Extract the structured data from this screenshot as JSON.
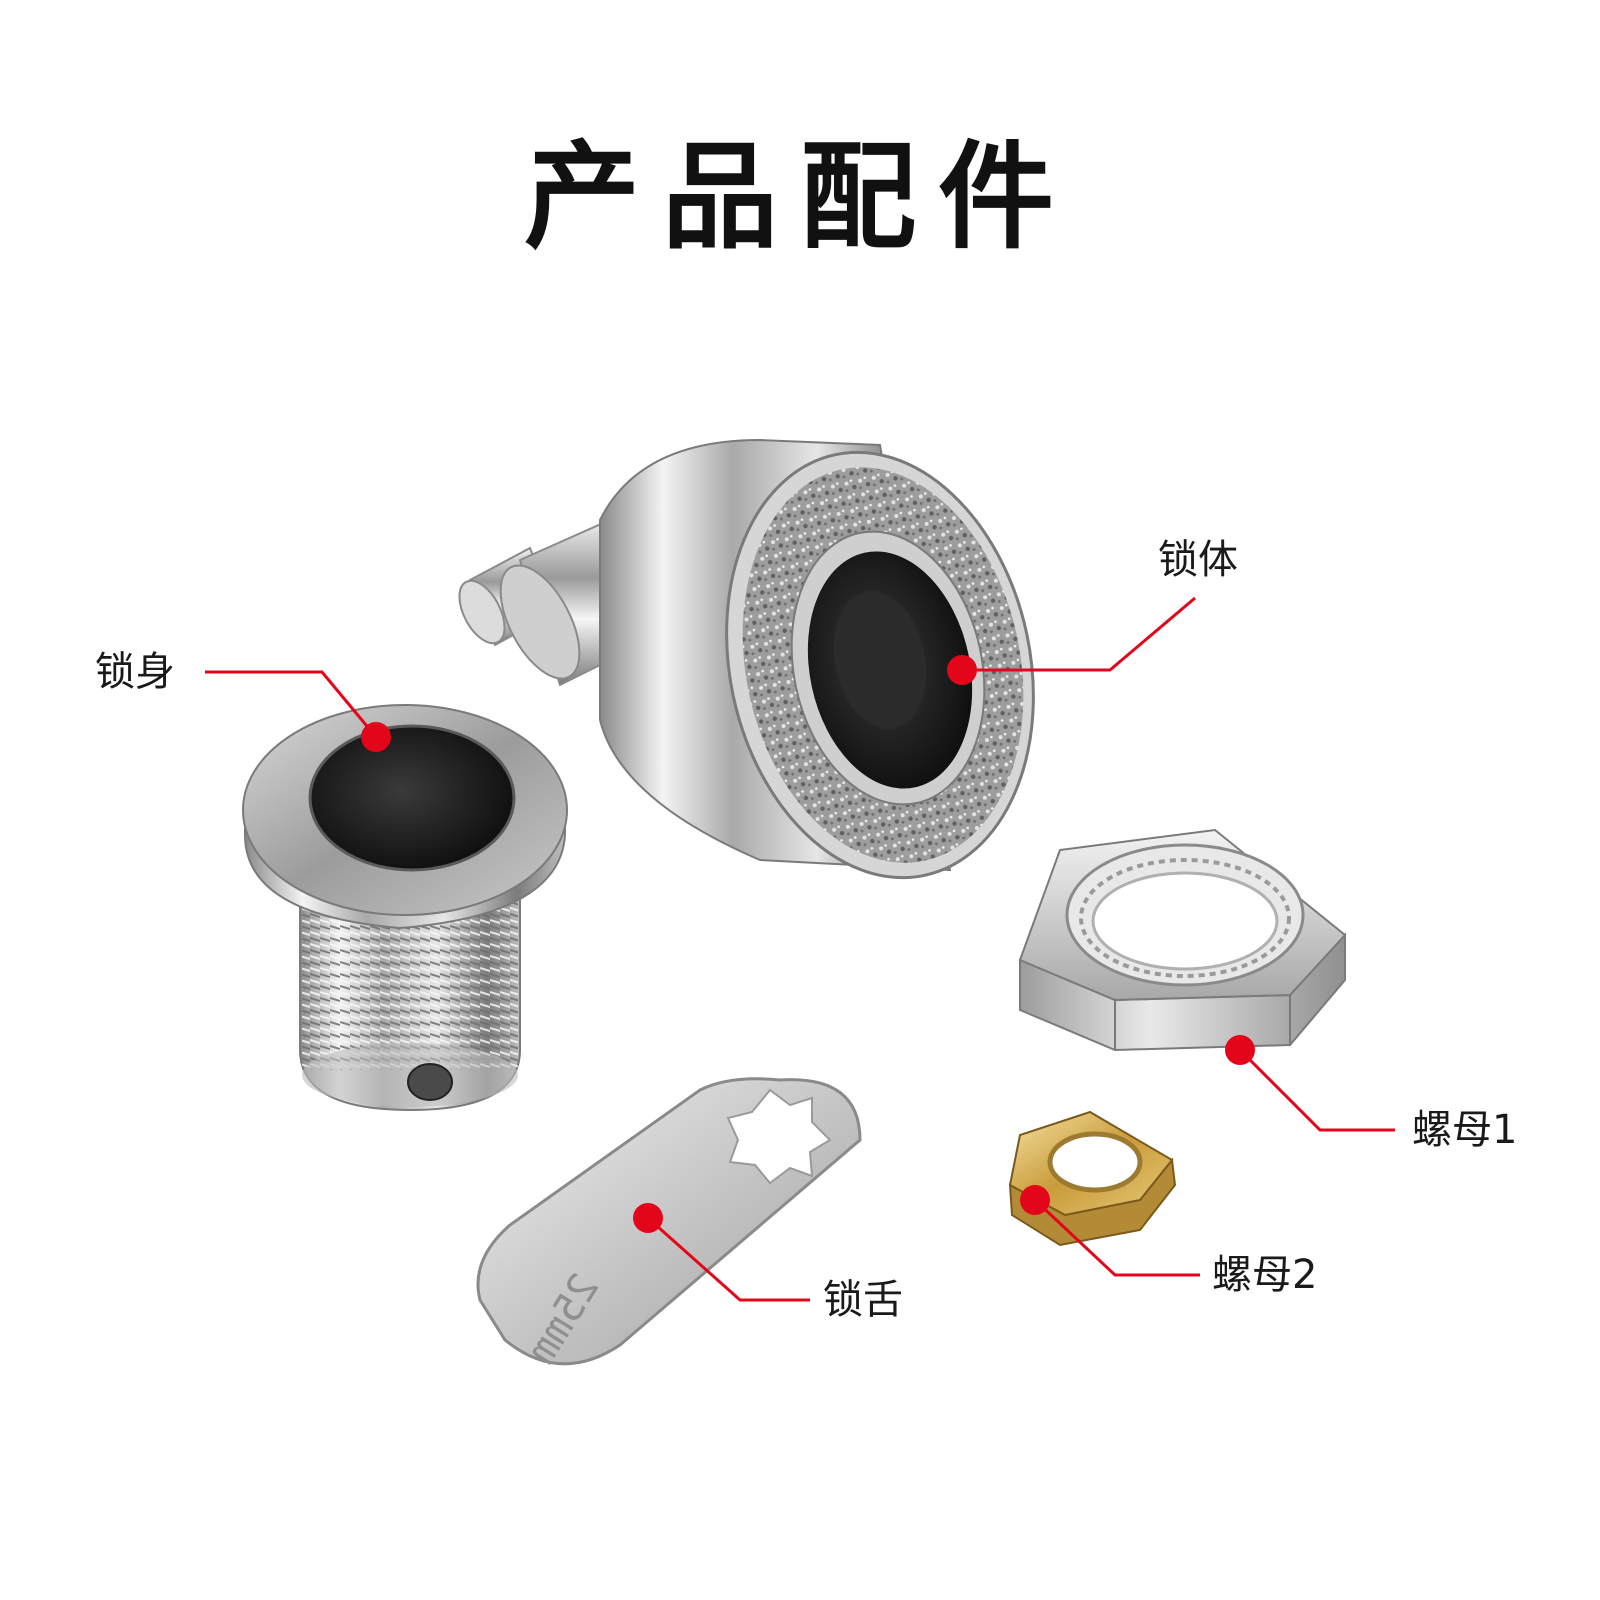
{
  "title": "产品配件",
  "parts": {
    "lock_core": "锁体",
    "lock_body": "锁身",
    "nut_1": "螺母1",
    "nut_2": "螺母2",
    "cam": "锁舌"
  },
  "cam_stamp": "25mm",
  "colors": {
    "accent": "#e3061a",
    "text": "#111111",
    "steel_light": "#f2f2f2",
    "steel_mid": "#b8b8b8",
    "steel_dark": "#6e6e6e",
    "brass": "#d8b35a"
  }
}
